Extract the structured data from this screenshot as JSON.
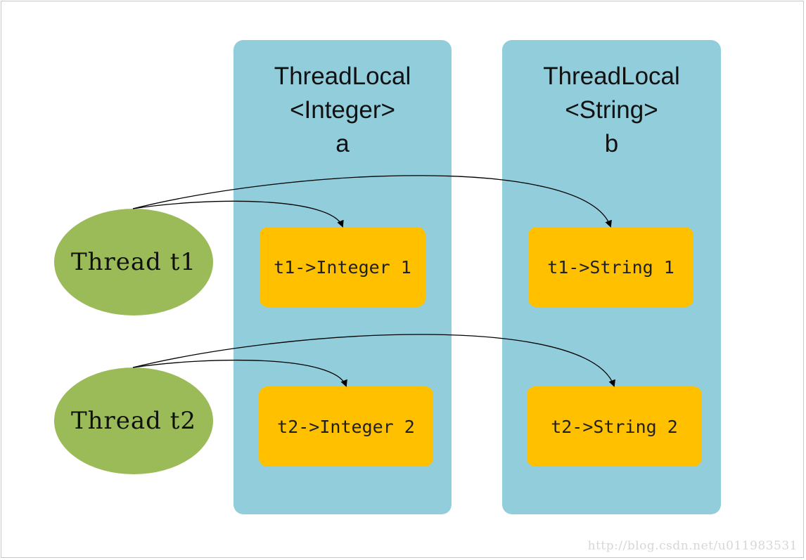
{
  "columns": [
    {
      "line1": "ThreadLocal",
      "line2": "<Integer>",
      "line3": "a",
      "fill": "#92cddc"
    },
    {
      "line1": "ThreadLocal",
      "line2": "<String>",
      "line3": "b",
      "fill": "#92cddc"
    }
  ],
  "threads": [
    {
      "label": "Thread t1",
      "fill": "#9bbb59"
    },
    {
      "label": "Thread t2",
      "fill": "#9bbb59"
    }
  ],
  "values": {
    "a1": "t1->Integer 1",
    "b1": "t1->String 1",
    "a2": "t2->Integer 2",
    "b2": "t2->String 2",
    "fill": "#ffc000"
  },
  "watermark": "http://blog.csdn.net/u011983531"
}
